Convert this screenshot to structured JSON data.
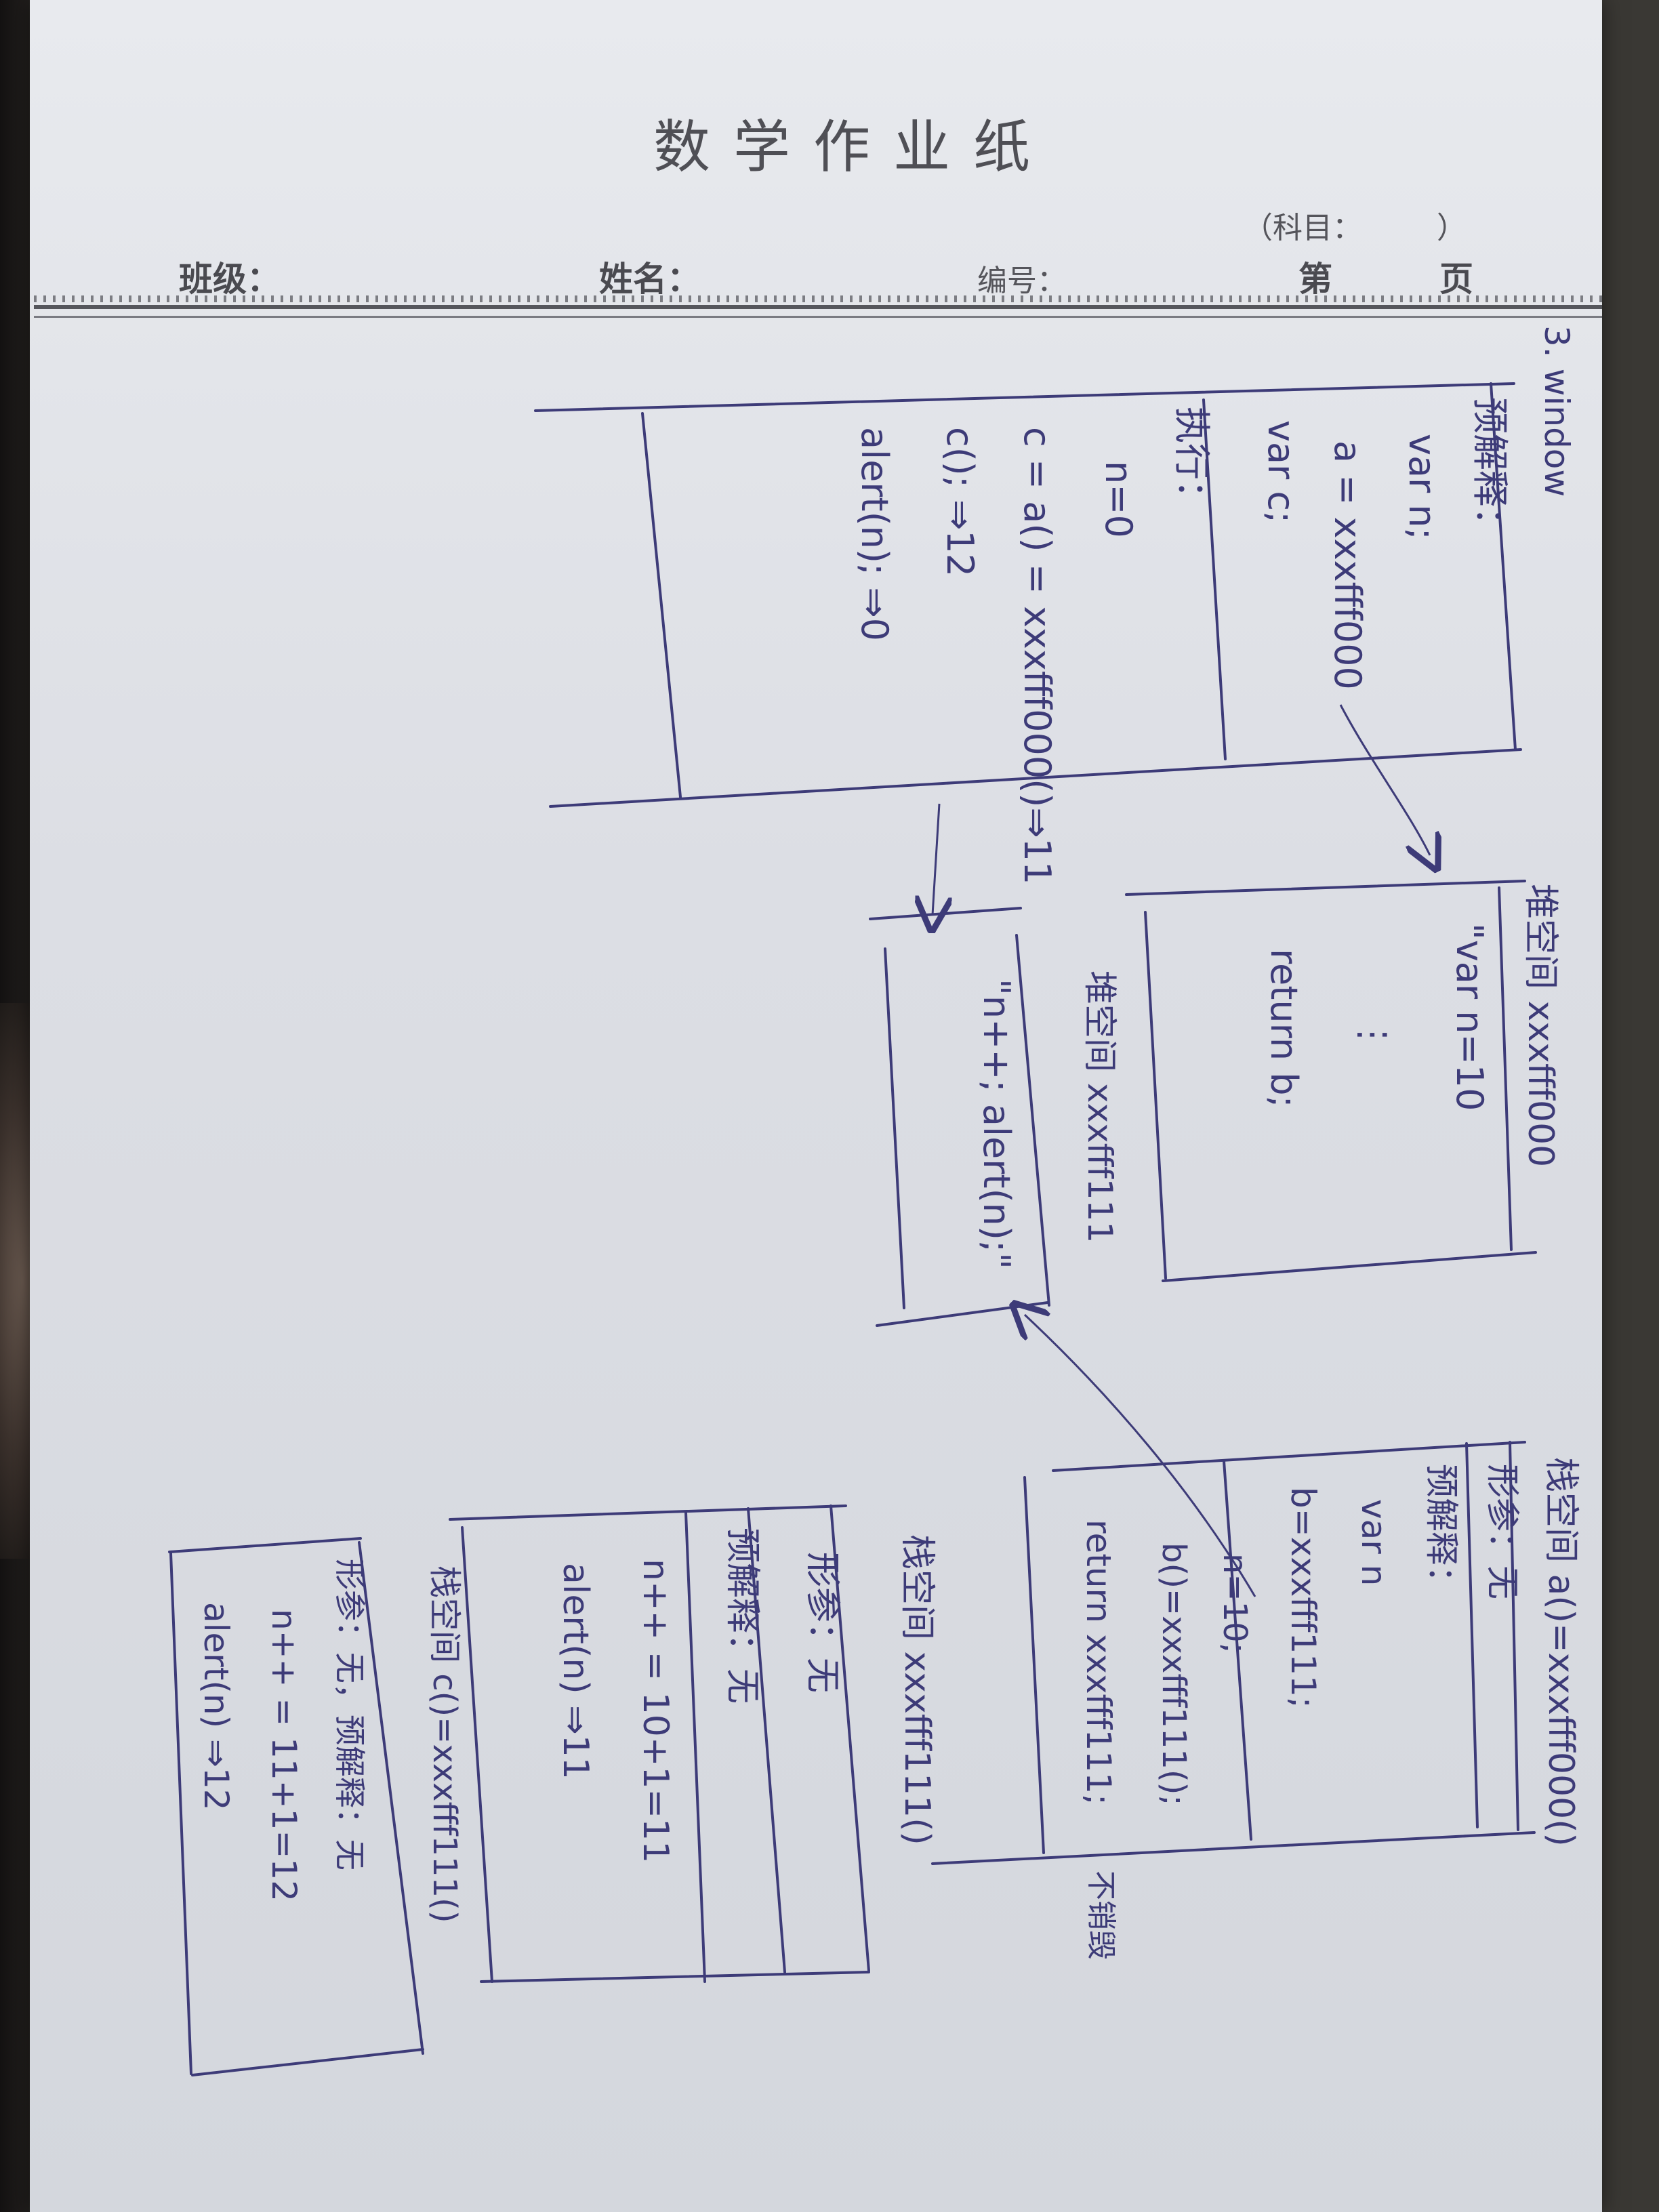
{
  "paper": {
    "title": "数学作业纸",
    "subject": "（科目：　　　）",
    "class_label": "班级：",
    "name_label": "姓名：",
    "number_label": "编号：",
    "page_di": "第",
    "page_ye": "页"
  },
  "notes": {
    "problem": "3. window",
    "global": {
      "pre": "预解释：",
      "var_n": "var n;",
      "a_assign": "a = xxxfff000",
      "var_c": "var c;",
      "exec": "执行：",
      "n0": "n=0",
      "c_assign": "c = a() = xxxfff000()⇒11",
      "c_call": "c(); ⇒12",
      "alert": "alert(n); ⇒0"
    },
    "heap1": {
      "label": "堆空间 xxxfff000",
      "code_1": "\"var n=10",
      "code_dots": "⋮",
      "code_ret": "return b;"
    },
    "heap2": {
      "label": "堆空间 xxxfff111",
      "code": "\"n++; alert(n);\""
    },
    "stack_a": {
      "label": "栈空间 a()=xxxfff000()",
      "formal": "形参：无",
      "pre": "预解释：",
      "var_n": "var n",
      "b_assign": "b=xxxfff111;",
      "n10": "n=10;",
      "b_call": "b()=xxxfff111();",
      "ret": "return xxxfff111;",
      "note": "不销毁"
    },
    "stack_b": {
      "label": "栈空间 xxxfff111()",
      "formal": "形参：无",
      "pre": "预解释：无",
      "npp": "n++ = 10+1=11",
      "alert": "alert(n) ⇒11"
    },
    "stack_c": {
      "label": "栈空间 c()=xxxfff111()",
      "formal": "形参：无，预解释：无",
      "npp": "n++ = 11+1=12",
      "alert": "alert(n) ⇒12"
    }
  }
}
